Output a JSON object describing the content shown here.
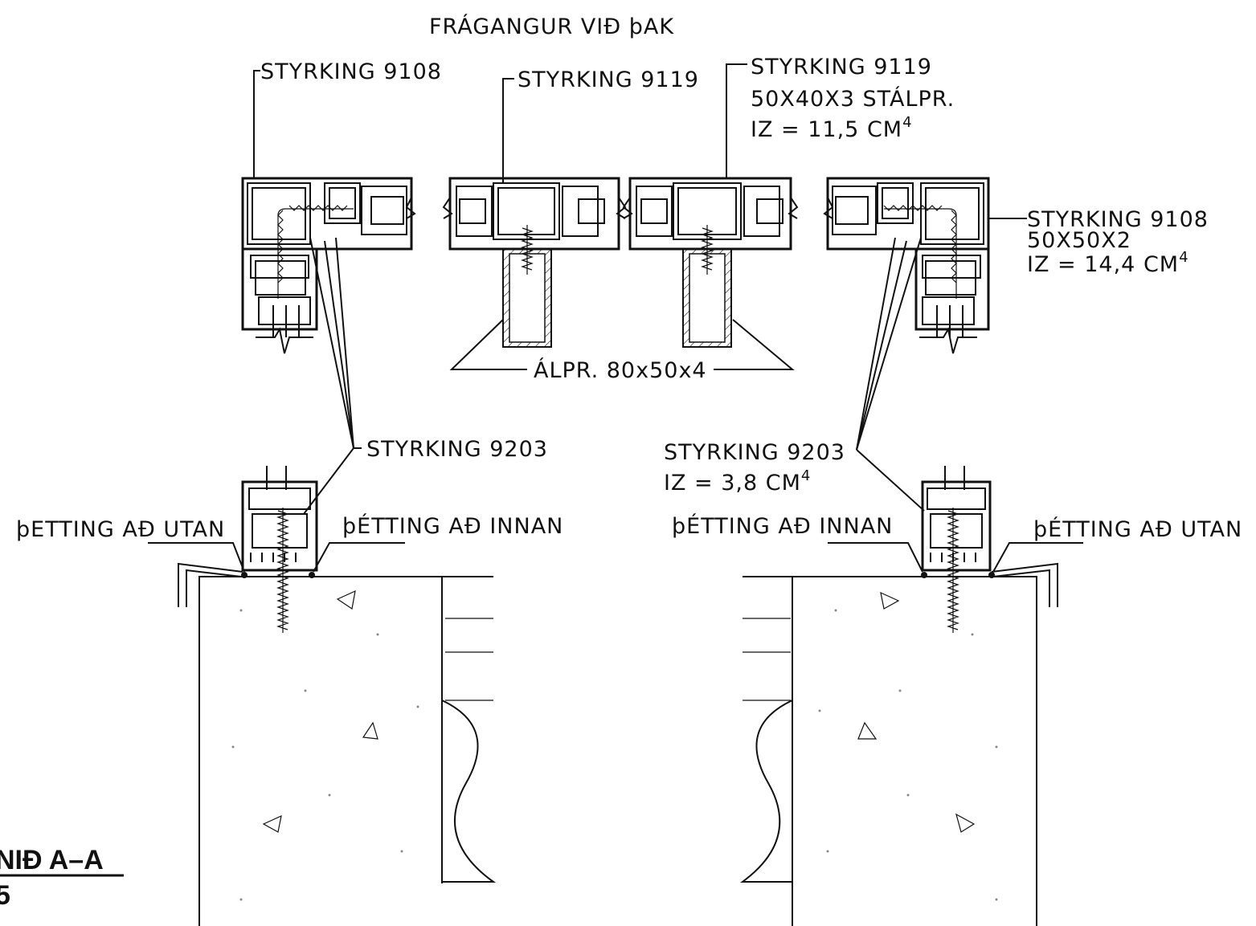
{
  "title": "FRÁGANGUR VIÐ þAK",
  "labels": {
    "styrking_9108_left": "STYRKING 9108",
    "styrking_9119_left": "STYRKING 9119",
    "styrking_9119_right_l1": "STYRKING 9119",
    "styrking_9119_right_l2": "50X40X3 STÁLPR.",
    "styrking_9119_right_l3": "IZ = 11,5 CM",
    "styrking_9119_right_sup": "4",
    "styrking_9108_right_l1": "STYRKING 9108",
    "styrking_9108_right_l2": "50X50X2",
    "styrking_9108_right_l3": "IZ = 14,4 CM",
    "styrking_9108_right_sup": "4",
    "alpr": "ÁLPR. 80x50x4",
    "styrking_9203_left": "STYRKING 9203",
    "styrking_9203_right_l1": "STYRKING 9203",
    "styrking_9203_right_l2": "IZ = 3,8 CM",
    "styrking_9203_right_sup": "4",
    "thetting_utan_left": "þETTING AÐ UTAN",
    "thetting_innan_left": "þÉTTING AÐ INNAN",
    "thetting_innan_right": "þÉTTING AÐ INNAN",
    "thetting_utan_right": "þÉTTING AÐ UTAN",
    "section_l1": "NIÐ A–A",
    "section_l2": "5"
  }
}
